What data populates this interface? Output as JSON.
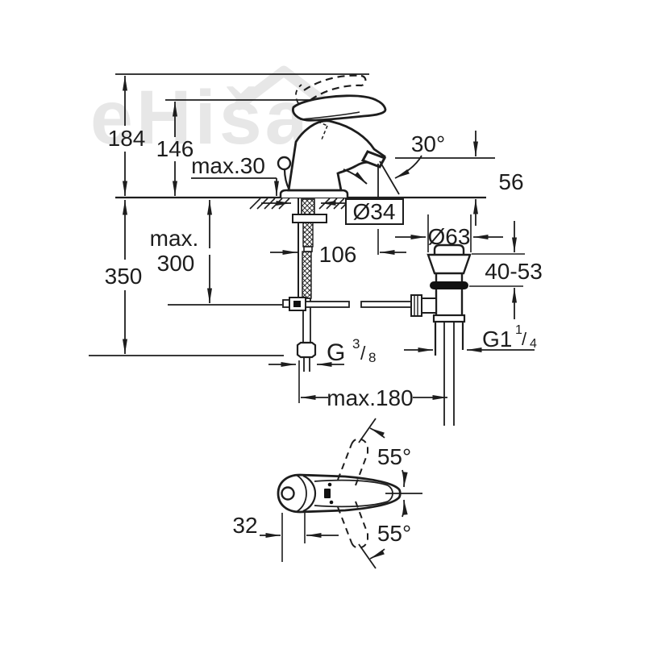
{
  "colors": {
    "line": "#1d1d1d",
    "background": "#ffffff",
    "watermark": "#e7e7e7"
  },
  "watermark": {
    "text": "eHiša"
  },
  "side_view": {
    "labels": {
      "total_height": "184",
      "spout_pivot_height": "146",
      "max_deck_thickness": "max.30",
      "spray_angle": "30°",
      "spout_outlet_height": "56",
      "mounting_hole_diameter": "Ø34",
      "spout_projection": "106",
      "waste_flange_diameter": "Ø63",
      "max_rod_length_line1": "max.",
      "max_rod_length_line2": "300",
      "below_deck_height": "350",
      "deck_clamp_range": "40-53",
      "supply_thread_g": "G",
      "supply_thread_sup": "3",
      "supply_thread_slash": "/",
      "supply_thread_sub": "8",
      "waste_thread_g": "G1",
      "waste_thread_sup": "1",
      "waste_thread_slash": "/",
      "waste_thread_sub": "4",
      "max_center_distance": "max.180"
    }
  },
  "top_view": {
    "labels": {
      "swivel_angle_up": "55°",
      "swivel_angle_down": "55°",
      "handle_offset": "32"
    }
  }
}
